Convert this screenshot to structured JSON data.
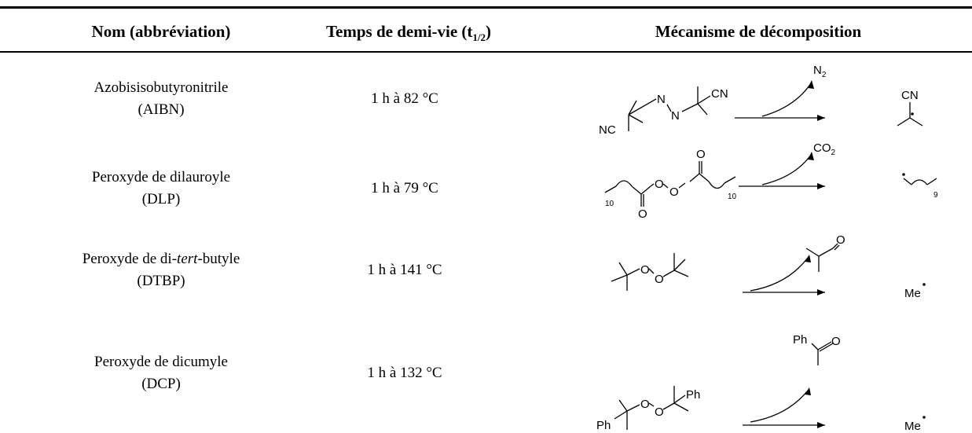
{
  "header": {
    "col_name": "Nom (abbréviation)",
    "col_time_prefix": "Temps de demi-vie (t",
    "col_time_sub": "1/2",
    "col_time_suffix": ")",
    "col_mech": "Mécanisme de décomposition"
  },
  "rows": [
    {
      "name": "Azobisisobutyronitrile",
      "abbr": "(AIBN)",
      "time": "1 h à 82 °C",
      "mech": {
        "a1": "N",
        "a2": "N",
        "cn_left": "NC",
        "cn_right": "CN",
        "byproduct": "N",
        "byproduct_sub": "2",
        "product_label": "CN"
      }
    },
    {
      "name": "Peroxyde de dilauroyle",
      "abbr": "(DLP)",
      "time": "1 h à 79 °C",
      "mech": {
        "o_top": "O",
        "o_bot": "O",
        "o1": "O",
        "o2": "O",
        "n_left": "10",
        "n_right": "10",
        "byproduct": "CO",
        "byproduct_sub": "2",
        "product_n": "9"
      }
    },
    {
      "name_pre": "Peroxyde de di-",
      "name_ital": "tert",
      "name_post": "-butyle",
      "abbr": "(DTBP)",
      "time": "1 h à 141 °C",
      "mech": {
        "o1": "O",
        "o2": "O",
        "byproduct_o": "O",
        "product": "Me"
      }
    },
    {
      "name": "Peroxyde de dicumyle",
      "abbr": "(DCP)",
      "time": "1 h à 132 °C",
      "mech": {
        "o1": "O",
        "o2": "O",
        "ph_left": "Ph",
        "ph_right": "Ph",
        "byproduct_ph": "Ph",
        "byproduct_o": "O",
        "product": "Me"
      }
    }
  ]
}
